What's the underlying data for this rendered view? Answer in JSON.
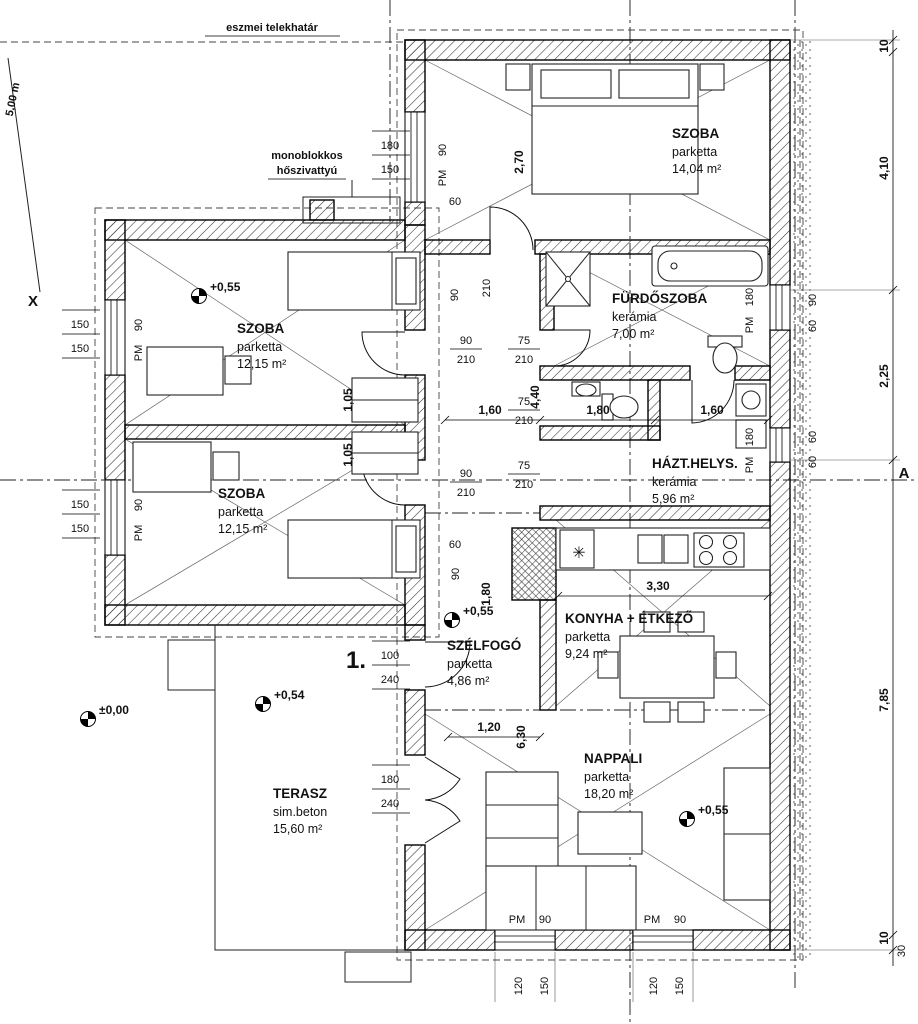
{
  "boundary": {
    "label": "eszmei telekhatár",
    "diag": "5,00 m",
    "axis_x": "X",
    "section_a": "A"
  },
  "heat_pump": {
    "l1": "monoblokkos",
    "l2": "hőszivattyú"
  },
  "misc": {
    "plan_no": "1.",
    "star": "✳"
  },
  "rooms": {
    "szoba1": {
      "name": "SZOBA",
      "floor": "parketta",
      "area": "14,04 m²"
    },
    "szoba2": {
      "name": "SZOBA",
      "floor": "parketta",
      "area": "12,15 m²"
    },
    "szoba3": {
      "name": "SZOBA",
      "floor": "parketta",
      "area": "12,15 m²"
    },
    "furdo": {
      "name": "FÜRDŐSZOBA",
      "floor": "kerámia",
      "area": "7,00 m²"
    },
    "hazt": {
      "name": "HÁZT.HELYS.",
      "floor": "kerámia",
      "area": "5,96 m²"
    },
    "konyha": {
      "name": "KONYHA + ÉTKEZŐ",
      "floor": "parketta",
      "area": "9,24 m²"
    },
    "szelfogo": {
      "name": "SZÉLFOGÓ",
      "floor": "parketta",
      "area": "4,86 m²"
    },
    "nappali": {
      "name": "NAPPALI",
      "floor": "parketta",
      "area": "18,20 m²"
    },
    "terasz": {
      "name": "TERASZ",
      "floor": "sim.beton",
      "area": "15,60 m²"
    }
  },
  "elev": {
    "p055": "+0,55",
    "p054": "+0,54",
    "zero": "±0,00"
  },
  "dims": {
    "d10": "10",
    "d30": "30",
    "d410": "4,10",
    "d225": "2,25",
    "d785": "7,85",
    "d180": "180",
    "d150": "150",
    "d120": "120",
    "d100": "100",
    "d240": "240",
    "d90": "90",
    "d75": "75",
    "d60": "60",
    "d210": "210",
    "m270": "2,70",
    "m105": "1,05",
    "m440": "4,40",
    "m160": "1,60",
    "m180": "1,80",
    "m330": "3,30",
    "m120": "1,20",
    "m630": "6,30",
    "pm": "PM"
  }
}
